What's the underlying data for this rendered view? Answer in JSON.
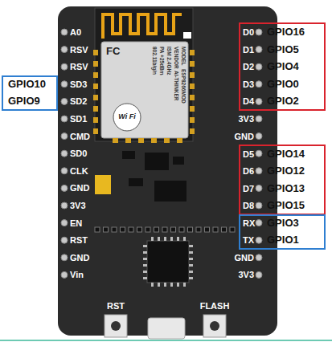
{
  "diagram": {
    "nodes": [
      {
        "text": [
          "GPIO10",
          "GPIO9"
        ]
      },
      {
        "text": [
          "D0",
          "GPIO16",
          "D1",
          "GPIO5",
          "D2",
          "GPIO4",
          "D3",
          "GPIO0",
          "D4",
          "GPIO2"
        ]
      },
      {
        "text": [
          "D5",
          "GPIO14",
          "D6",
          "GPIO12",
          "D7",
          "GPIO13",
          "D8",
          "GPIO15"
        ]
      },
      {
        "text": [
          "RX",
          "GPIO3",
          "TX",
          "GPIO1"
        ]
      }
    ],
    "labels": [
      "A0",
      "RSV",
      "RSV",
      "SD3",
      "SD2",
      "SD1",
      "CMD",
      "SD0",
      "CLK",
      "GND",
      "3V3",
      "EN",
      "RST",
      "GND",
      "Vin",
      "3V3",
      "GND",
      "GND",
      "3V3",
      "RST",
      "FLASH",
      "FC",
      "MODEL",
      "ESP8266MOD",
      "VENDOR",
      "AI-THINKER",
      "ISM 2.4GHz",
      "PA +25dBm",
      "802.11b/g/n",
      "Wi Fi"
    ]
  }
}
